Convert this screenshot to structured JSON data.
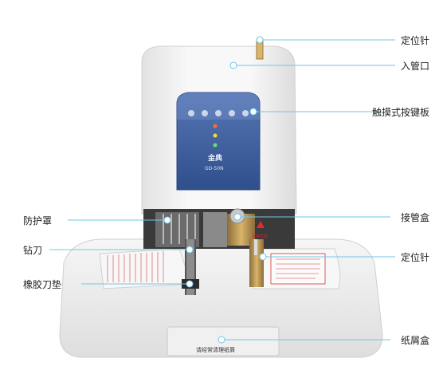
{
  "callouts": {
    "positioning_pin_top": "定位针",
    "tube_inlet": "入管口",
    "touch_keypad": "触摸式按键板",
    "protective_cover": "防护罩",
    "tube_box": "接管盒",
    "drill_bit": "钻刀",
    "positioning_pin_side": "定位针",
    "rubber_pad": "橡胶刀垫",
    "scrap_box": "纸屑盒"
  },
  "device": {
    "brand": "金典",
    "model": "GD-50N",
    "front_plate_text": "请经常清理纸屑",
    "warning_small": "注意危险"
  },
  "colors": {
    "leader_line": "#6fc7e5",
    "panel_blue": "#3b5f9e",
    "body": "#f3f3f3"
  }
}
